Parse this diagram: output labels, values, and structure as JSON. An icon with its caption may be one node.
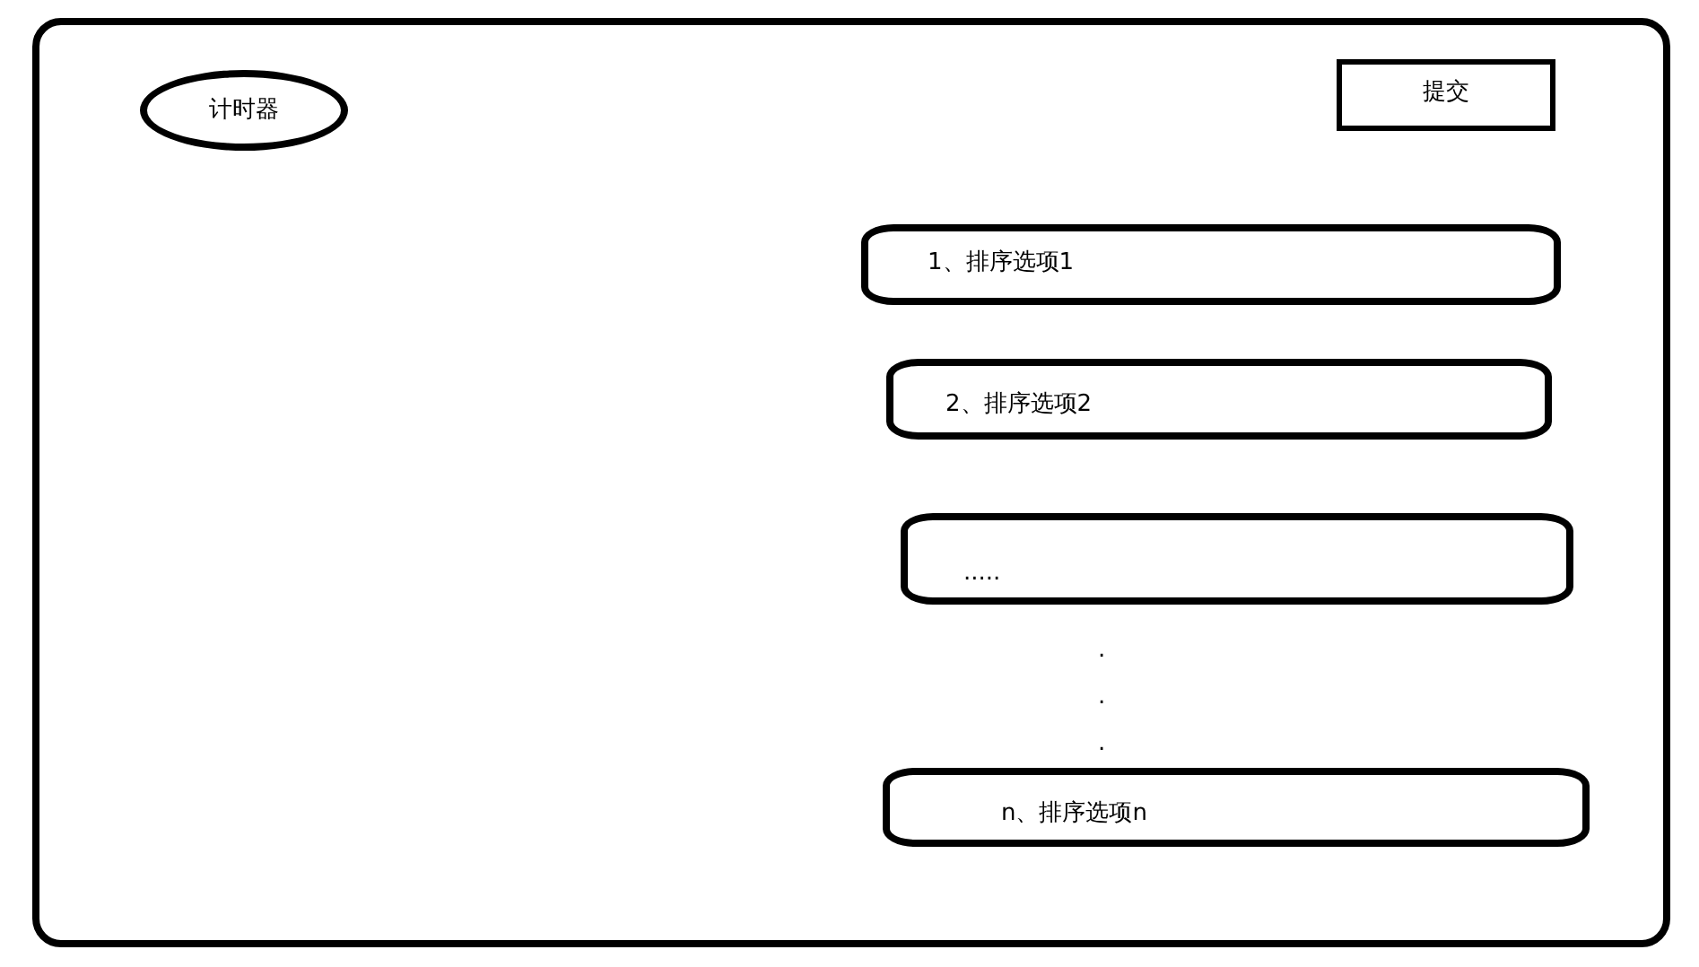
{
  "diagram": {
    "nodes": [
      {
        "text": [],
        "shape": "box"
      },
      {
        "text": [
          "计时器"
        ],
        "in": 0
      },
      {
        "text": [
          "提交"
        ],
        "in": 0
      },
      {
        "text": [
          "1、排序选项1"
        ],
        "in": 0
      },
      {
        "text": [
          "2、排序选项2"
        ],
        "in": 0
      },
      {
        "text": [
          "....."
        ],
        "in": 0
      },
      {
        "text": [
          "n、排序选项n"
        ],
        "in": 0
      }
    ],
    "labels": [
      ".",
      ".",
      "."
    ]
  }
}
